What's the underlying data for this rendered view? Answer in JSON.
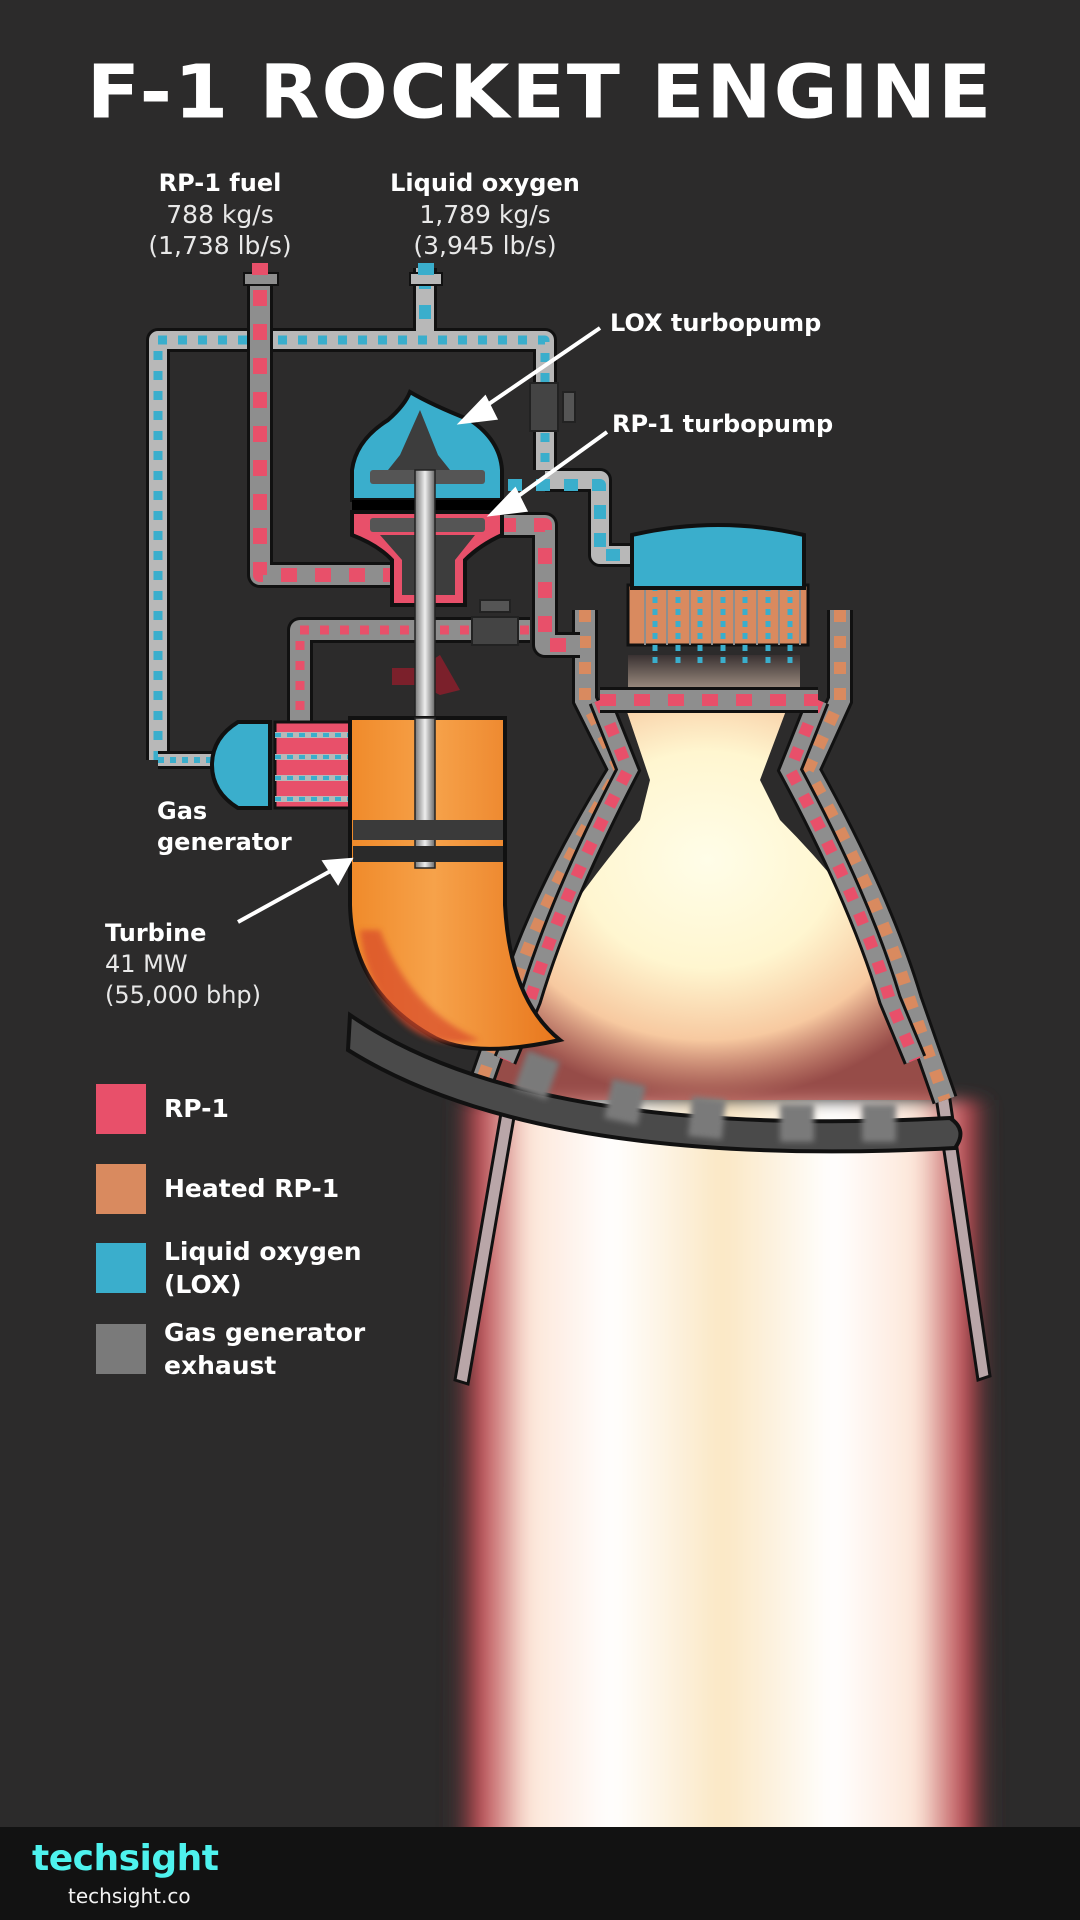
{
  "title": "F-1 ROCKET ENGINE",
  "inputs": {
    "rp1": {
      "name": "RP-1 fuel",
      "rate_si": "788 kg/s",
      "rate_imperial": "(1,738 lb/s)"
    },
    "lox": {
      "name": "Liquid oxygen",
      "rate_si": "1,789 kg/s",
      "rate_imperial": "(3,945 lb/s)"
    }
  },
  "callouts": {
    "lox_turbopump": "LOX turbopump",
    "rp1_turbopump": "RP-1 turbopump",
    "gas_generator_line1": "Gas",
    "gas_generator_line2": "generator",
    "turbine": {
      "name": "Turbine",
      "power_si": "41 MW",
      "power_imperial": "(55,000 bhp)"
    }
  },
  "legend": [
    {
      "label": "RP-1",
      "color": "#e8506a"
    },
    {
      "label": "Heated RP-1",
      "color": "#d98a5f"
    },
    {
      "label": "Liquid oxygen\n(LOX)",
      "color": "#3aaecc"
    },
    {
      "label": "Gas generator\nexhaust",
      "color": "#7a7a7a"
    }
  ],
  "colors": {
    "background": "#2c2b2b",
    "rp1": "#e8506a",
    "heated_rp1": "#d98a5f",
    "lox": "#3aaecc",
    "exhaust": "#7a7a7a",
    "pipe": "#a8a8a8",
    "brand": "#4ef2ee"
  },
  "footer": {
    "brand": "techsight",
    "url": "techsight.co"
  }
}
